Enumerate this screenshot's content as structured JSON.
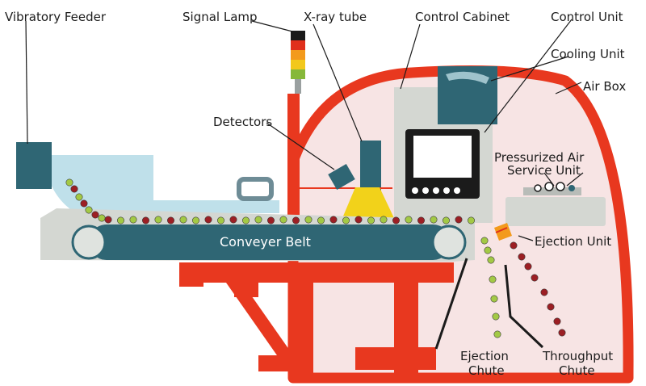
{
  "labels": {
    "vibratory_feeder": "Vibratory Feeder",
    "signal_lamp": "Signal Lamp",
    "xray_tube": "X-ray tube",
    "control_cabinet": "Control Cabinet",
    "control_unit": "Control Unit",
    "cooling_unit": "Cooling Unit",
    "air_box": "Air Box",
    "detectors": "Detectors",
    "pressurized_air_line1": "Pressurized Air",
    "pressurized_air_line2": "Service Unit",
    "conveyer_belt": "Conveyer Belt",
    "ejection_unit": "Ejection Unit",
    "ejection_chute_line1": "Ejection",
    "ejection_chute_line2": "Chute",
    "throughput_chute_line1": "Throughput",
    "throughput_chute_line2": "Chute"
  },
  "colors": {
    "frame_red": "#e8381f",
    "air_box_fill": "#f7e4e4",
    "feeder_blue": "#bfe0ea",
    "dark_teal": "#2f6674",
    "machine_grey": "#d4d7d2",
    "lamp": [
      "#1a1a1a",
      "#e0301c",
      "#f39a1c",
      "#f2c81c",
      "#86b83a"
    ],
    "green_item": "#a3c945",
    "red_item": "#9c1f24",
    "detector_yellow": "#f2d21a"
  }
}
